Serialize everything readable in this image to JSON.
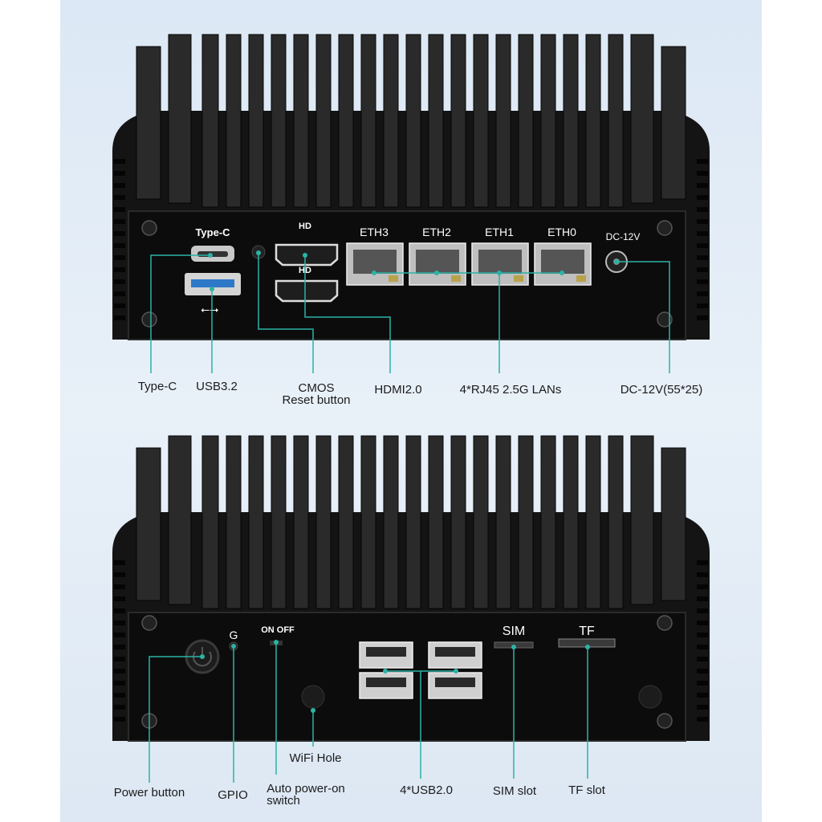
{
  "top_panel": {
    "port_labels": {
      "type_c": "Type-C",
      "hd_1": "HD",
      "hd_2": "HD",
      "eth3": "ETH3",
      "eth2": "ETH2",
      "eth1": "ETH1",
      "eth0": "ETH0",
      "dc": "DC-12V"
    },
    "callouts": {
      "type_c": "Type-C",
      "usb32": "USB3.2",
      "cmos_line1": "CMOS",
      "cmos_line2": "Reset button",
      "hdmi": "HDMI2.0",
      "lan": "4*RJ45 2.5G LANs",
      "dc": "DC-12V(55*25)"
    }
  },
  "bottom_panel": {
    "port_labels": {
      "gpio": "G",
      "switch": "ON  OFF",
      "sim": "SIM",
      "tf": "TF"
    },
    "callouts": {
      "power": "Power button",
      "gpio": "GPIO",
      "auto_line1": "Auto power-on",
      "auto_line2": "switch",
      "wifi": "WiFi Hole",
      "usb20": "4*USB2.0",
      "sim": "SIM slot",
      "tf": "TF slot"
    }
  },
  "colors": {
    "case": "#111111",
    "fin": "#262626",
    "leader": "#2bb3a6",
    "label": "#1b1b1b"
  }
}
